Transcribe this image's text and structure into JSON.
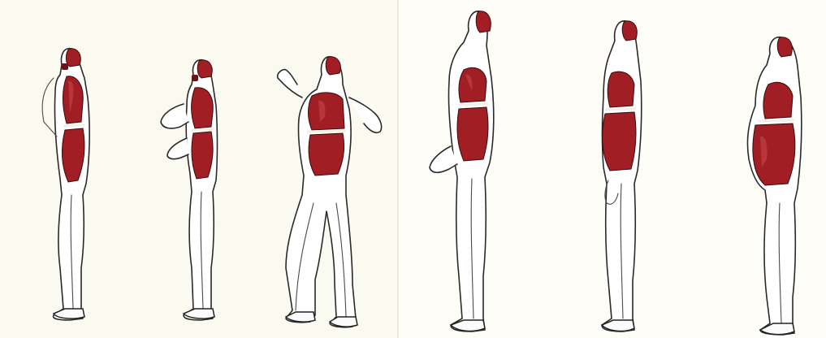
{
  "image": {
    "kind": "illustration",
    "panels": 2,
    "figures": [
      {
        "name": "figure-1-neutral"
      },
      {
        "name": "figure-2-arms-raised"
      },
      {
        "name": "figure-3-hands-raised"
      },
      {
        "name": "figure-4-tall-stance"
      },
      {
        "name": "figure-5-upright"
      },
      {
        "name": "figure-6-belly-out"
      }
    ]
  },
  "colors": {
    "background": "#fdfcf5",
    "outline": "#2a2a2a",
    "torso_red": "#a01e24",
    "torso_dark": "#6e1216"
  }
}
